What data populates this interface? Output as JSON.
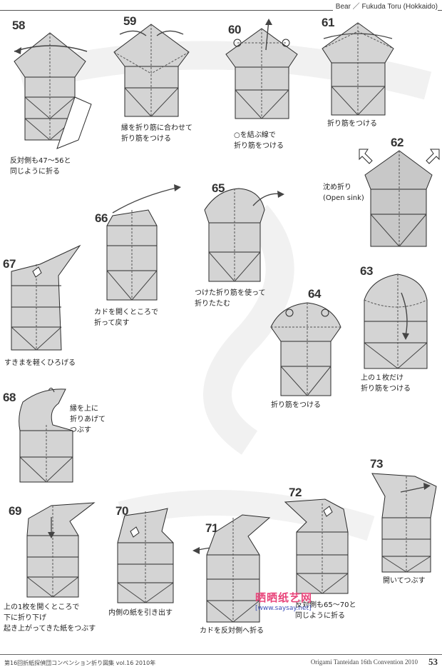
{
  "header": {
    "title": "Bear ／ Fukuda Toru (Hokkaido)"
  },
  "steps": [
    {
      "n": "58",
      "caption": [
        "反対側も47〜56と",
        "同じように折る"
      ]
    },
    {
      "n": "59",
      "caption": [
        "縁を折り筋に合わせて",
        "折り筋をつける"
      ]
    },
    {
      "n": "60",
      "caption": [
        "○を結ぶ線で",
        "折り筋をつける"
      ]
    },
    {
      "n": "61",
      "caption": [
        "折り筋をつける"
      ]
    },
    {
      "n": "62",
      "caption": [
        "沈め折り",
        "(Open sink)"
      ]
    },
    {
      "n": "63",
      "caption": [
        "上の１枚だけ",
        "折り筋をつける"
      ]
    },
    {
      "n": "64",
      "caption": [
        "折り筋をつける"
      ]
    },
    {
      "n": "65",
      "caption": [
        "つけた折り筋を使って",
        "折りたたむ"
      ]
    },
    {
      "n": "66",
      "caption": [
        "カドを開くところで",
        "折って戻す"
      ]
    },
    {
      "n": "67",
      "caption": [
        "すきまを軽くひろげる"
      ]
    },
    {
      "n": "68",
      "caption": [
        "縁を上に",
        "折りあげて",
        "つぶす"
      ]
    },
    {
      "n": "69",
      "caption": [
        "上の1枚を開くところで",
        "下に折り下げ",
        "起き上がってきた紙をつぶす"
      ]
    },
    {
      "n": "70",
      "caption": [
        "内側の紙を引き出す"
      ]
    },
    {
      "n": "71",
      "caption": [
        "カドを反対側へ折る"
      ]
    },
    {
      "n": "72",
      "caption": [
        "反対側も65〜70と",
        "同じように折る"
      ]
    },
    {
      "n": "73",
      "caption": [
        "開いてつぶす"
      ]
    }
  ],
  "watermark": {
    "main": "晒晒纸艺网",
    "url": "[www.saysay.net]"
  },
  "footer": {
    "left": "第16回折紙探偵団コンベンション折り図集 vol.16 2010年",
    "right": "Origami Tanteidan 16th Convention 2010",
    "page": "53"
  },
  "colors": {
    "paper_fill": "#d4d4d4",
    "line": "#2a2a2a",
    "arrow": "#444444",
    "watermark_pink": "#e8457a",
    "watermark_blue": "#3a4fb8"
  }
}
